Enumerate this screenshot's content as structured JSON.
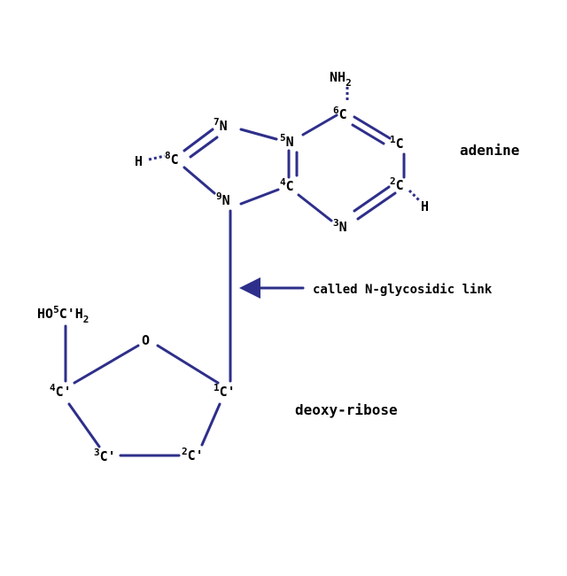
{
  "colors": {
    "bond": "#2e2f8a",
    "text": "#000000",
    "background": "#ffffff"
  },
  "labels": {
    "adenine": "adenine",
    "deoxy_ribose": "deoxy-ribose",
    "link": "called N-glycosidic link"
  },
  "atoms": {
    "nh2": {
      "base": "NH",
      "sub": "2"
    },
    "c6": {
      "num": "6",
      "el": "C"
    },
    "n7": {
      "num": "7",
      "el": "N"
    },
    "n5": {
      "num": "5",
      "el": "N"
    },
    "c1": {
      "num": "1",
      "el": "C"
    },
    "h8": "H",
    "c8": {
      "num": "8",
      "el": "C"
    },
    "c4": {
      "num": "4",
      "el": "C"
    },
    "c2": {
      "num": "2",
      "el": "C"
    },
    "h2": "H",
    "n9": {
      "num": "9",
      "el": "N"
    },
    "n3": {
      "num": "3",
      "el": "N"
    },
    "ho5": {
      "pre": "HO",
      "num": "5",
      "mid": "C'H",
      "sub": "2"
    },
    "o": "O",
    "c4p": {
      "num": "4",
      "el": "C'"
    },
    "c1p": {
      "num": "1",
      "el": "C'"
    },
    "c3p": {
      "num": "3",
      "el": "C'"
    },
    "c2p": {
      "num": "2",
      "el": "C'"
    }
  }
}
